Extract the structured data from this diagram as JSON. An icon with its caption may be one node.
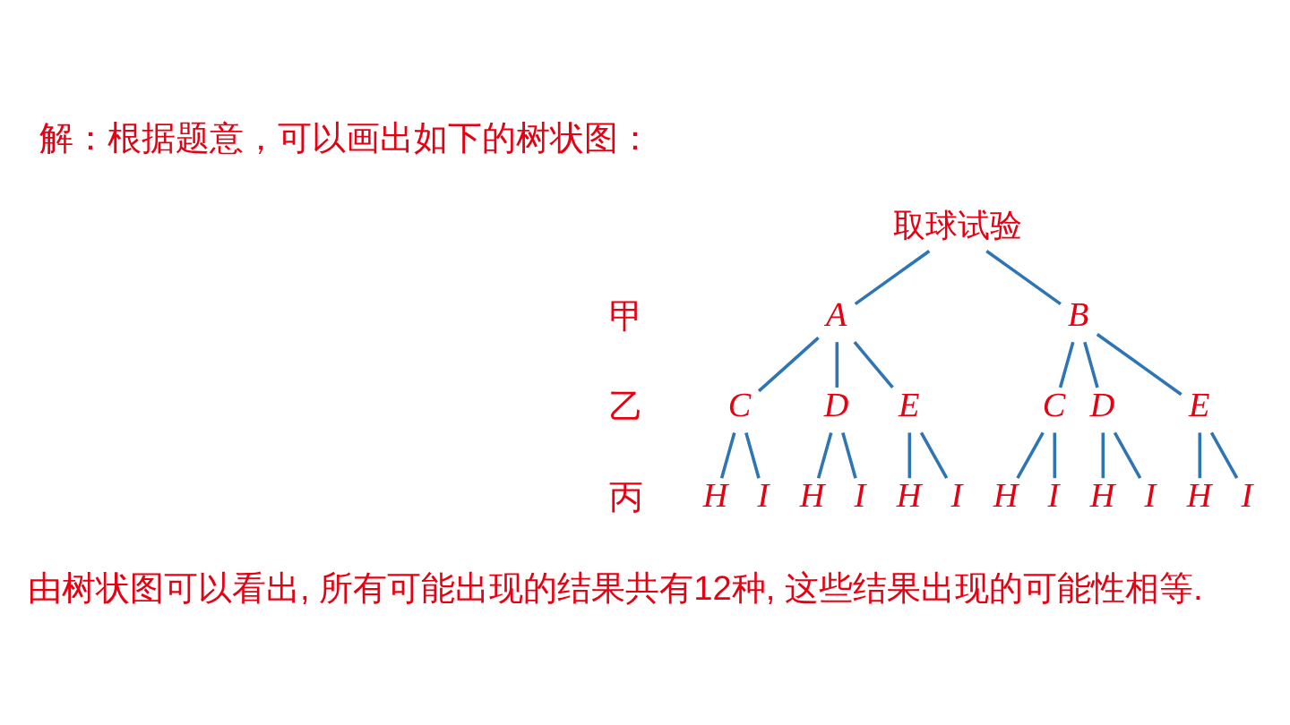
{
  "diagram": {
    "title": "解：根据题意，可以画出如下的树状图：",
    "caption": "由树状图可以看出, 所有可能出现的结果共有12种, 这些结果出现的可能性相等.",
    "nodes": [
      {
        "text": [
          "取球试验"
        ]
      },
      {
        "text": [
          "A"
        ]
      },
      {
        "text": [
          "B"
        ]
      },
      {
        "text": [
          "C"
        ]
      },
      {
        "text": [
          "D"
        ]
      },
      {
        "text": [
          "E"
        ]
      },
      {
        "text": [
          "C"
        ]
      },
      {
        "text": [
          "D"
        ]
      },
      {
        "text": [
          "E"
        ]
      },
      {
        "text": [
          "H"
        ]
      },
      {
        "text": [
          "I"
        ]
      },
      {
        "text": [
          "H"
        ]
      },
      {
        "text": [
          "I"
        ]
      },
      {
        "text": [
          "H"
        ]
      },
      {
        "text": [
          "I"
        ]
      },
      {
        "text": [
          "H"
        ]
      },
      {
        "text": [
          "I"
        ]
      },
      {
        "text": [
          "H"
        ]
      },
      {
        "text": [
          "I"
        ]
      },
      {
        "text": [
          "H"
        ]
      },
      {
        "text": [
          "I"
        ]
      }
    ],
    "edges": [
      {
        "from": 0,
        "to": 1,
        "arrow": "none"
      },
      {
        "from": 0,
        "to": 2,
        "arrow": "none"
      },
      {
        "from": 1,
        "to": 3,
        "arrow": "none"
      },
      {
        "from": 1,
        "to": 4,
        "arrow": "none"
      },
      {
        "from": 1,
        "to": 5,
        "arrow": "none"
      },
      {
        "from": 2,
        "to": 6,
        "arrow": "none"
      },
      {
        "from": 2,
        "to": 7,
        "arrow": "none"
      },
      {
        "from": 2,
        "to": 8,
        "arrow": "none"
      },
      {
        "from": 3,
        "to": 9,
        "arrow": "none"
      },
      {
        "from": 3,
        "to": 10,
        "arrow": "none"
      },
      {
        "from": 4,
        "to": 11,
        "arrow": "none"
      },
      {
        "from": 4,
        "to": 12,
        "arrow": "none"
      },
      {
        "from": 5,
        "to": 13,
        "arrow": "none"
      },
      {
        "from": 5,
        "to": 14,
        "arrow": "none"
      },
      {
        "from": 6,
        "to": 15,
        "arrow": "none"
      },
      {
        "from": 6,
        "to": 16,
        "arrow": "none"
      },
      {
        "from": 7,
        "to": 17,
        "arrow": "none"
      },
      {
        "from": 7,
        "to": 18,
        "arrow": "none"
      },
      {
        "from": 8,
        "to": 19,
        "arrow": "none"
      },
      {
        "from": 8,
        "to": 20,
        "arrow": "none"
      }
    ],
    "labels": [
      "甲",
      "乙",
      "丙"
    ]
  }
}
